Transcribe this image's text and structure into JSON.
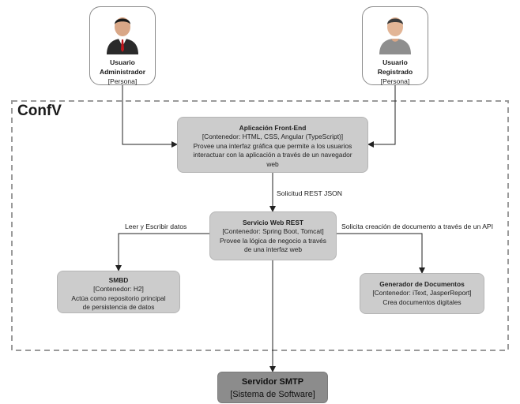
{
  "boundary": {
    "label": "ConfV"
  },
  "persons": {
    "admin": {
      "name": "Usuario",
      "name2": "Administrador",
      "type": "[Persona]",
      "icon": "admin-user-icon"
    },
    "registered": {
      "name": "Usuario",
      "name2": "Registrado",
      "type": "[Persona]",
      "icon": "registered-user-icon"
    }
  },
  "containers": {
    "frontend": {
      "title": "Aplicación Front-End",
      "tech": "[Contenedor: HTML, CSS, Angular (TypeScript)]",
      "desc1": "Provee una interfaz gráfica que permite a los usuarios",
      "desc2": "interactuar con la aplicación a través de un navegador",
      "desc3": "web"
    },
    "rest": {
      "title": "Servicio Web REST",
      "tech": "[Contenedor: Spring Boot, Tomcat]",
      "desc1": "Provee la lógica de negocio a través",
      "desc2": "de una interfaz web"
    },
    "smbd": {
      "title": "SMBD",
      "tech": "[Contenedor: H2]",
      "desc1": "Actúa como repositorio principal",
      "desc2": "de persistencia de datos"
    },
    "docs": {
      "title": "Generador de Documentos",
      "tech": "[Contenedor: iText, JasperReport]",
      "desc1": "Crea documentos digitales"
    }
  },
  "external": {
    "smtp": {
      "title": "Servidor SMTP",
      "type": "[Sistema de Software]"
    }
  },
  "edges": {
    "rest_json": "Solicitud REST JSON",
    "read_write": "Leer y Escribir datos",
    "doc_request": "Solicita creación de documento a través de un API"
  },
  "colors": {
    "container_fill": "#cccccc",
    "external_fill": "#8c8c8c",
    "arrow": "#222222",
    "boundary": "#9a9a9a",
    "admin_suit": "#2a2a2a",
    "admin_tie": "#c0151b",
    "registered_shirt": "#8e8e8e"
  }
}
